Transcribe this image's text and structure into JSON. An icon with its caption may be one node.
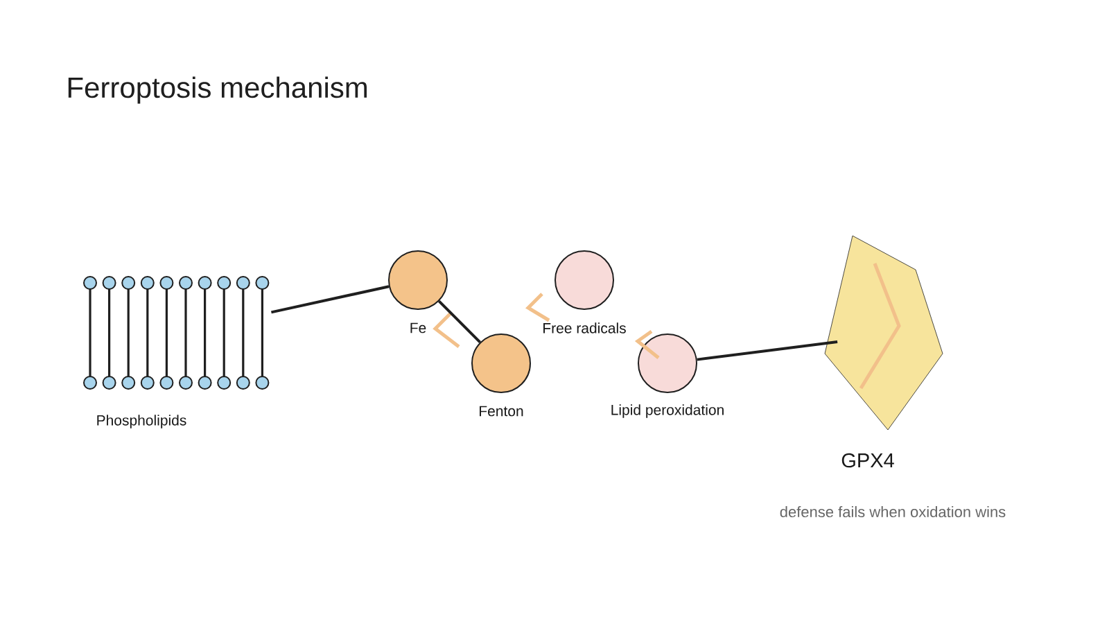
{
  "diagram": {
    "title": "Ferroptosis mechanism",
    "nodes": [
      {
        "text": [
          "Phospholipids"
        ]
      },
      {
        "text": [
          "Fe"
        ]
      },
      {
        "text": [
          "Fenton"
        ]
      },
      {
        "text": [
          "Free radicals"
        ]
      },
      {
        "text": [
          "Lipid peroxidation"
        ]
      },
      {
        "text": [
          "GPX4"
        ]
      }
    ],
    "edges": [
      {
        "from": 0,
        "to": 1,
        "arrow": "none"
      },
      {
        "from": 1,
        "to": 2,
        "arrow": "none"
      },
      {
        "from": 4,
        "to": 5,
        "arrow": "none"
      }
    ],
    "labels": [
      "defense fails when oxidation wins"
    ]
  }
}
